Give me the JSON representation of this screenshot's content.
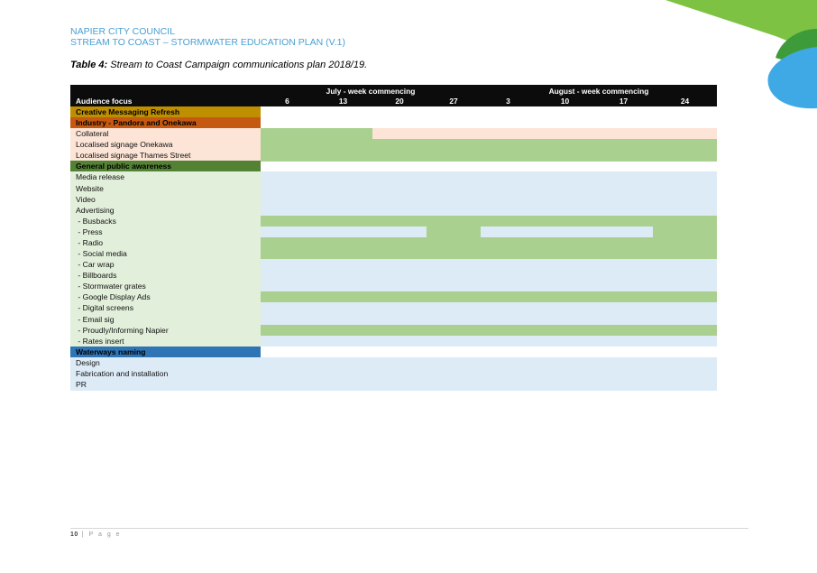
{
  "header": {
    "org": "NAPIER CITY COUNCIL",
    "plan": "STREAM TO COAST – STORMWATER EDUCATION PLAN (V.1)"
  },
  "caption": {
    "label": "Table 4:",
    "text": " Stream to Coast Campaign communications plan 2018/19."
  },
  "table": {
    "months": [
      "July - week commencing",
      "August - week commencing"
    ],
    "audience_header": "Audience focus",
    "weeks": [
      "6",
      "13",
      "20",
      "27",
      "3",
      "10",
      "17",
      "24"
    ],
    "colors": {
      "header_bg": "#0c0c0c",
      "green_active": "#a9d08e",
      "light_blue": "#ddebf7",
      "light_peach": "#fce4d6",
      "light_green": "#e2efda",
      "creative": "#bf8f00",
      "industry": "#c65911",
      "general": "#548235",
      "waterways": "#2f75b5"
    },
    "rows": [
      {
        "label": "Creative Messaging Refresh",
        "section": true,
        "bg": "creative",
        "text": "#000000",
        "fill": [
          null,
          null,
          null,
          null,
          null,
          null,
          null,
          null
        ]
      },
      {
        "label": "Industry - Pandora and Onekawa",
        "section": true,
        "bg": "industry",
        "text": "#000000",
        "fill": [
          null,
          null,
          null,
          null,
          null,
          null,
          null,
          null
        ]
      },
      {
        "label": "Collateral",
        "bg": "light_peach",
        "fill": [
          "green_active",
          "green_active",
          "light_peach",
          "light_peach",
          "light_peach",
          "light_peach",
          "light_peach",
          "light_peach"
        ]
      },
      {
        "label": "Localised signage Onekawa",
        "bg": "light_peach",
        "fill": [
          "green_active",
          "green_active",
          "green_active",
          "green_active",
          "green_active",
          "green_active",
          "green_active",
          "green_active"
        ]
      },
      {
        "label": "Localised signage Thames Street",
        "bg": "light_peach",
        "fill": [
          "green_active",
          "green_active",
          "green_active",
          "green_active",
          "green_active",
          "green_active",
          "green_active",
          "green_active"
        ]
      },
      {
        "label": "General public awareness",
        "section": true,
        "bg": "general",
        "text": "#000000",
        "fill": [
          null,
          null,
          null,
          null,
          null,
          null,
          null,
          null
        ]
      },
      {
        "label": "Media release",
        "bg": "light_green",
        "fill": [
          "light_blue",
          "light_blue",
          "light_blue",
          "light_blue",
          "light_blue",
          "light_blue",
          "light_blue",
          "light_blue"
        ]
      },
      {
        "label": "Website",
        "bg": "light_green",
        "fill": [
          "light_blue",
          "light_blue",
          "light_blue",
          "light_blue",
          "light_blue",
          "light_blue",
          "light_blue",
          "light_blue"
        ]
      },
      {
        "label": "Video",
        "bg": "light_green",
        "fill": [
          "light_blue",
          "light_blue",
          "light_blue",
          "light_blue",
          "light_blue",
          "light_blue",
          "light_blue",
          "light_blue"
        ]
      },
      {
        "label": "Advertising",
        "bg": "light_green",
        "fill": [
          "light_blue",
          "light_blue",
          "light_blue",
          "light_blue",
          "light_blue",
          "light_blue",
          "light_blue",
          "light_blue"
        ]
      },
      {
        "label": " - Busbacks",
        "bg": "light_green",
        "fill": [
          "green_active",
          "green_active",
          "green_active",
          "green_active",
          "green_active",
          "green_active",
          "green_active",
          "green_active"
        ]
      },
      {
        "label": " - Press",
        "bg": "light_green",
        "fill": [
          "light_blue",
          "light_blue",
          "light_blue",
          "green_active",
          "light_blue",
          "light_blue",
          "light_blue",
          "green_active"
        ]
      },
      {
        "label": " - Radio",
        "bg": "light_green",
        "fill": [
          "green_active",
          "green_active",
          "green_active",
          "green_active",
          "green_active",
          "green_active",
          "green_active",
          "green_active"
        ]
      },
      {
        "label": " - Social media",
        "bg": "light_green",
        "fill": [
          "green_active",
          "green_active",
          "green_active",
          "green_active",
          "green_active",
          "green_active",
          "green_active",
          "green_active"
        ]
      },
      {
        "label": " - Car wrap",
        "bg": "light_green",
        "fill": [
          "light_blue",
          "light_blue",
          "light_blue",
          "light_blue",
          "light_blue",
          "light_blue",
          "light_blue",
          "light_blue"
        ]
      },
      {
        "label": " - Billboards",
        "bg": "light_green",
        "fill": [
          "light_blue",
          "light_blue",
          "light_blue",
          "light_blue",
          "light_blue",
          "light_blue",
          "light_blue",
          "light_blue"
        ]
      },
      {
        "label": " - Stormwater grates",
        "bg": "light_green",
        "fill": [
          "light_blue",
          "light_blue",
          "light_blue",
          "light_blue",
          "light_blue",
          "light_blue",
          "light_blue",
          "light_blue"
        ]
      },
      {
        "label": " - Google Display Ads",
        "bg": "light_green",
        "fill": [
          "green_active",
          "green_active",
          "green_active",
          "green_active",
          "green_active",
          "green_active",
          "green_active",
          "green_active"
        ]
      },
      {
        "label": " - Digital screens",
        "bg": "light_green",
        "fill": [
          "light_blue",
          "light_blue",
          "light_blue",
          "light_blue",
          "light_blue",
          "light_blue",
          "light_blue",
          "light_blue"
        ]
      },
      {
        "label": " - Email sig",
        "bg": "light_green",
        "fill": [
          "light_blue",
          "light_blue",
          "light_blue",
          "light_blue",
          "light_blue",
          "light_blue",
          "light_blue",
          "light_blue"
        ]
      },
      {
        "label": " - Proudly/Informing Napier",
        "bg": "light_green",
        "fill": [
          "green_active",
          "green_active",
          "green_active",
          "green_active",
          "green_active",
          "green_active",
          "green_active",
          "green_active"
        ]
      },
      {
        "label": " - Rates insert",
        "bg": "light_green",
        "fill": [
          "light_blue",
          "light_blue",
          "light_blue",
          "light_blue",
          "light_blue",
          "light_blue",
          "light_blue",
          "light_blue"
        ]
      },
      {
        "label": "Waterways naming",
        "section": true,
        "bg": "waterways",
        "text": "#000000",
        "fill": [
          null,
          null,
          null,
          null,
          null,
          null,
          null,
          null
        ]
      },
      {
        "label": "Design",
        "bg": "light_blue",
        "fill": [
          "light_blue",
          "light_blue",
          "light_blue",
          "light_blue",
          "light_blue",
          "light_blue",
          "light_blue",
          "light_blue"
        ]
      },
      {
        "label": "Fabrication and installation",
        "bg": "light_blue",
        "fill": [
          "light_blue",
          "light_blue",
          "light_blue",
          "light_blue",
          "light_blue",
          "light_blue",
          "light_blue",
          "light_blue"
        ]
      },
      {
        "label": "PR",
        "bg": "light_blue",
        "fill": [
          "light_blue",
          "light_blue",
          "light_blue",
          "light_blue",
          "light_blue",
          "light_blue",
          "light_blue",
          "light_blue"
        ]
      }
    ]
  },
  "footer": {
    "page_number": "10",
    "page_word": " | P a g e"
  }
}
